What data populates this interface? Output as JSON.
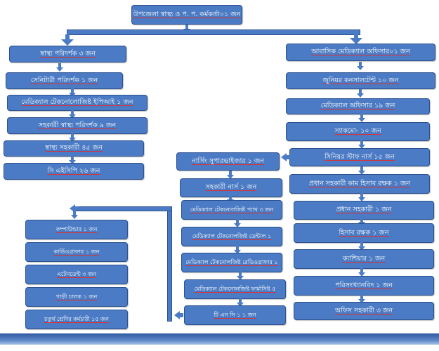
{
  "top": "উপজেলা স্বাস্থ্য ও প. প. কর্মকর্তা০১ জন",
  "left_column": [
    "স্বাস্থ্য পরিদর্শক ৩ জন",
    "সেনিটারী পরিদর্শক ১ জন",
    "মেডিক্যাল টেকনোলোজিষ্ট ইপিআই ১ জন",
    "সহকারী স্বাস্থ্য পরিদর্শক ৯ জন",
    "স্বাস্থ্য সহকারী ৪৫ জন",
    "সি এইসিপি ২৬ জন"
  ],
  "right_column": [
    "আবাসিক মেডিক্যাল অফিসার০১ জন",
    "জুনিয়র কনসালটেন্ট ১০ জন",
    "মেডিক্যাল অফিসার ১৯ জন",
    "স্যাকমো- ১০ জন",
    "সিনিয়র স্টাফ নার্স ১৫ জন",
    "প্রধান সহকারী কাম হিসাব রক্ষক ১ জন",
    "প্রধান সহকারী ১ জন",
    "হিসাব রক্ষক ১ জন",
    "ক্যাশিয়ার ১ জন",
    "পরিসংখ্যানবিদ ১ জন",
    "অফিস সহকারী ৩ জন"
  ],
  "middle_column": [
    "নার্সিং সুপারভাইজার ১ জন",
    "সহকারী নার্স ১ জন",
    "মেডিক্যাল টেকনোলজিষ্ট প্যাথ ৩ জন",
    "মেডিক্যাল টেকনোলজিষ্ট ডেন্টাল ১",
    "মেডিক্যাল টেকনোলজিষ্ট রেডিওগ্রাফার ১",
    "মেডিক্যাল টেকনোলজিষ্ট ফার্মাসিষ্ট ৫",
    "টি এস সি ১ ১ জন"
  ],
  "bottom_left_column": [
    "কম্পাউন্ডার ১ জন",
    "কার্ডিওগ্রাফার ১ জন",
    "এটেনডেন্ট ৩ জন",
    "গাড়ী চালক ১ জন",
    "চতুর্থ শ্রেণির কর্মচারী ১৫ জন"
  ]
}
